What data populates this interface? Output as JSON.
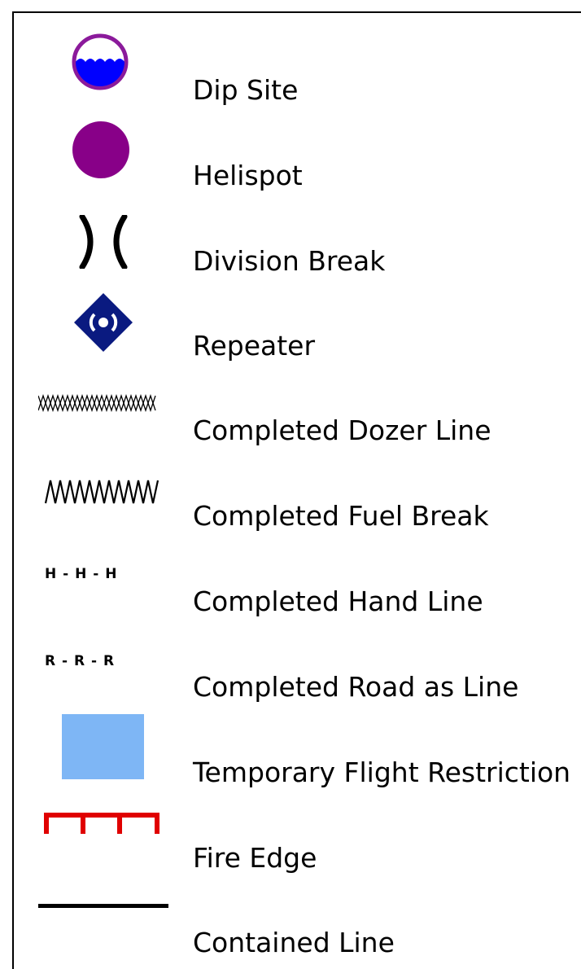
{
  "legend": {
    "items": [
      {
        "label": "Dip Site",
        "icon": "dip-site-icon"
      },
      {
        "label": "Helispot",
        "icon": "helispot-icon"
      },
      {
        "label": "Division Break",
        "icon": "division-break-icon"
      },
      {
        "label": "Repeater",
        "icon": "repeater-icon"
      },
      {
        "label": "Completed Dozer Line",
        "icon": "dozer-line-icon"
      },
      {
        "label": "Completed Fuel Break",
        "icon": "fuel-break-icon"
      },
      {
        "label": "Completed Hand Line",
        "icon": "hand-line-icon",
        "symbol_text": "H - H - H"
      },
      {
        "label": "Completed Road as Line",
        "icon": "road-line-icon",
        "symbol_text": "R - R - R"
      },
      {
        "label": "Temporary Flight Restriction",
        "icon": "flight-restriction-icon"
      },
      {
        "label": "Fire Edge",
        "icon": "fire-edge-icon"
      },
      {
        "label": "Contained Line",
        "icon": "contained-line-icon"
      }
    ],
    "colors": {
      "dip_site_ring": "#8B1A9B",
      "dip_site_water": "#0000FF",
      "helispot": "#880088",
      "repeater": "#0A1A80",
      "flight_restriction": "#7EB6F5",
      "fire_edge": "#E00000",
      "contained_line": "#000000"
    }
  }
}
